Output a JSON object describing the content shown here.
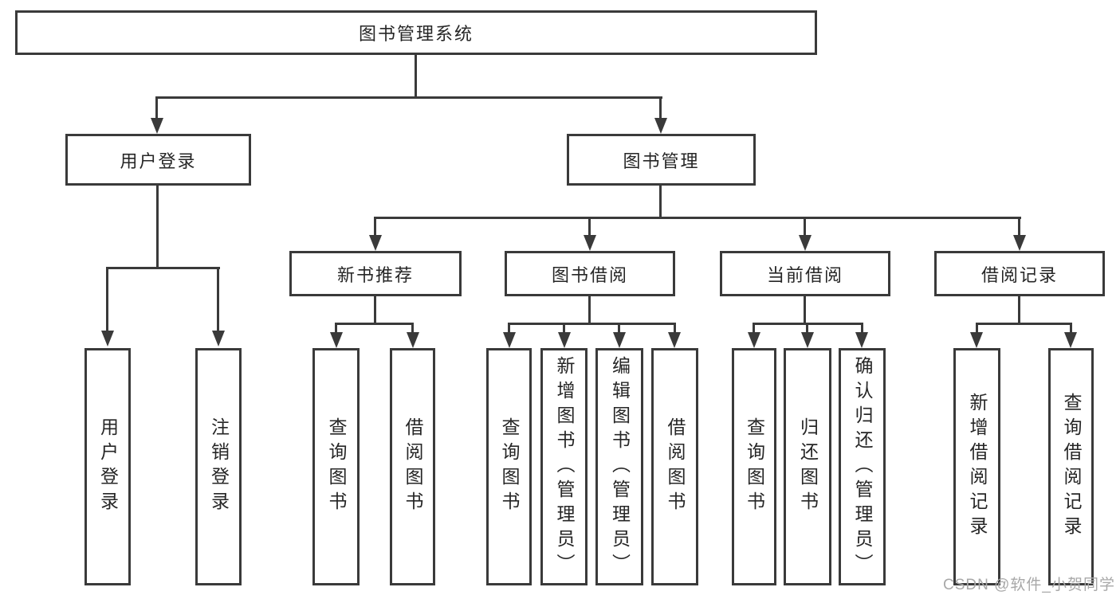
{
  "diagram": {
    "root": {
      "label": "图书管理系统"
    },
    "level1": [
      {
        "label": "用户登录"
      },
      {
        "label": "图书管理"
      }
    ],
    "level2": [
      {
        "label": "新书推荐"
      },
      {
        "label": "图书借阅"
      },
      {
        "label": "当前借阅"
      },
      {
        "label": "借阅记录"
      }
    ],
    "leaves": {
      "user": [
        "用户登录",
        "注销登录"
      ],
      "recommend": [
        "查询图书",
        "借阅图书"
      ],
      "borrow": [
        "查询图书",
        "新增图书（管理员）",
        "编辑图书（管理员）",
        "借阅图书"
      ],
      "current": [
        "查询图书",
        "归还图书",
        "确认归还（管理员）"
      ],
      "records": [
        "新增借阅记录",
        "查询借阅记录"
      ]
    },
    "colors": {
      "line": "#3a3a3a",
      "text": "#262626",
      "background": "#ffffff",
      "watermark": "#a8a8a8"
    }
  },
  "watermark": {
    "text": "CSDN @软件_小贺同学"
  }
}
